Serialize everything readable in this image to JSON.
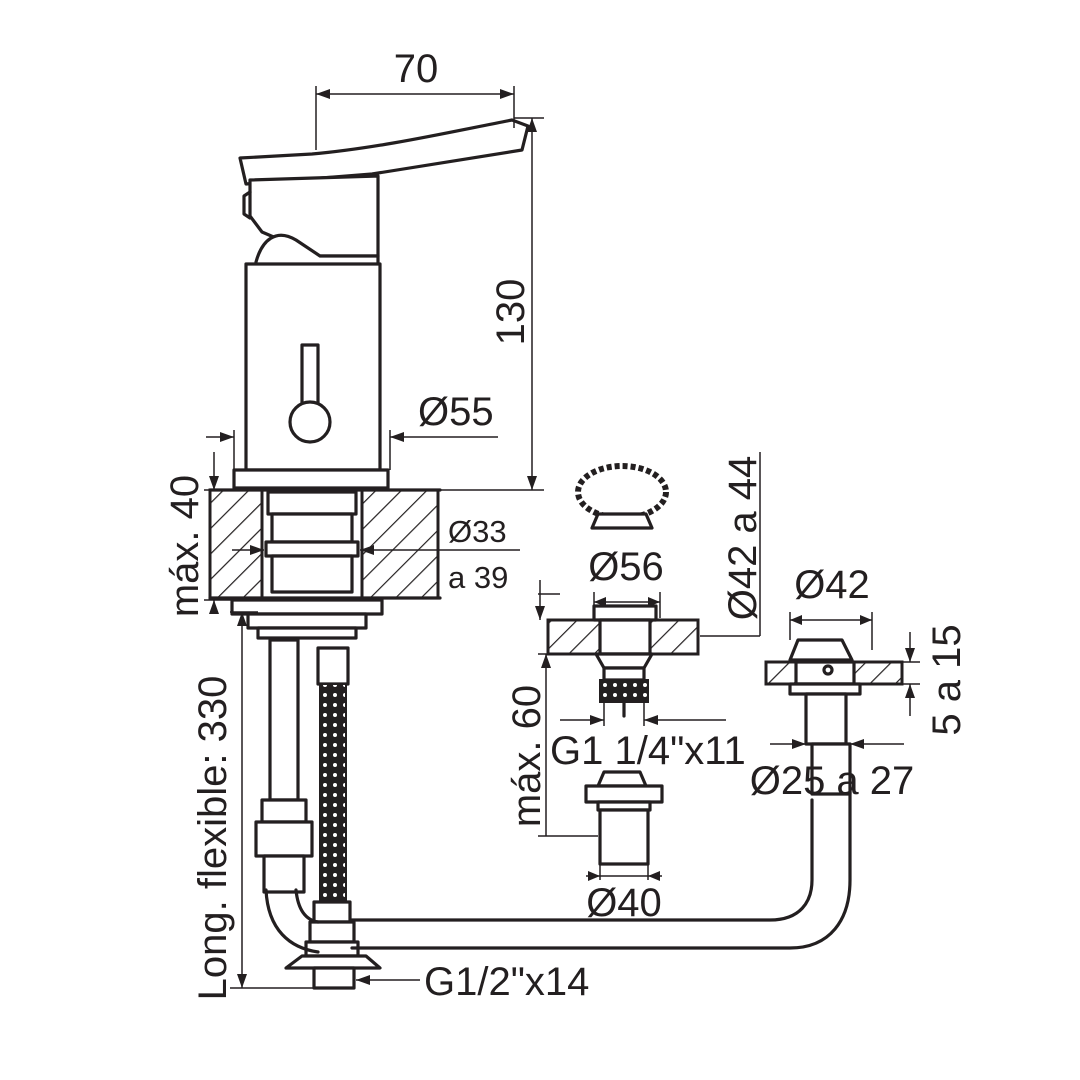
{
  "labels": {
    "width_70": "70",
    "height_130": "130",
    "diam_55": "Ø55",
    "max_40": "máx. 40",
    "diam_33": "Ø33",
    "a_39": "a 39",
    "flexible_330": "Long. flexible: 330",
    "thread_g12": "G1/2\"x14",
    "diam_56": "Ø56",
    "diam_42_44": "Ø42 a 44",
    "max_60": "máx. 60",
    "thread_g114": "G1 1/4\"x11",
    "diam_40": "Ø40",
    "diam_42": "Ø42",
    "range_5_15": "5 a 15",
    "diam_25_27": "Ø25 a 27"
  }
}
